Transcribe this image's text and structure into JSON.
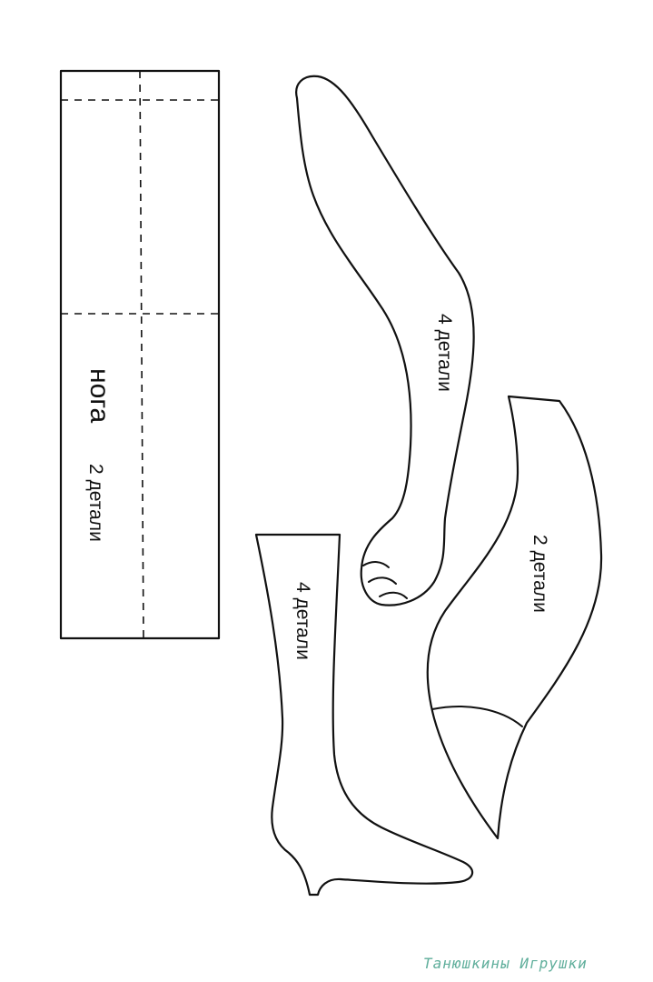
{
  "pieces": {
    "leg_rect": {
      "title": "нога",
      "count": "2 детали"
    },
    "arm": {
      "count": "4 детали"
    },
    "boot": {
      "count": "4 детали"
    },
    "shoe": {
      "count": "2 детали"
    }
  },
  "watermark": "Танюшкины Игрушки",
  "colors": {
    "line": "#111111",
    "watermark": "#5fae9b",
    "background": "#ffffff"
  }
}
